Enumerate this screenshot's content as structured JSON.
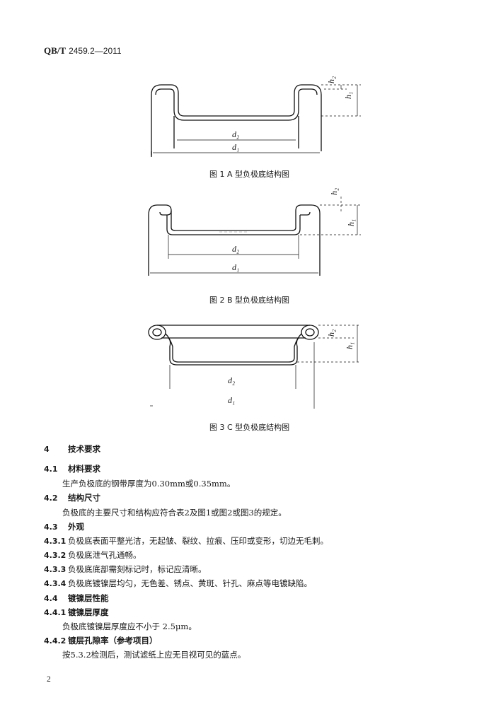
{
  "header": {
    "prefix": "QB/T",
    "number": "2459.2—2011"
  },
  "figures": [
    {
      "caption": "图 1   A 型负极底结构图",
      "labels": {
        "d2": "d₂",
        "d1": "d₁",
        "h2": "h₂",
        "h1": "h₁"
      }
    },
    {
      "caption": "图 2   B 型负极底结构图",
      "labels": {
        "d2": "d₂",
        "d1": "d₁",
        "h2": "h₂",
        "h1": "h₁"
      }
    },
    {
      "caption": "图 3   C 型负极底结构图",
      "labels": {
        "d2": "d₂",
        "d1": "d₁",
        "h2": "h₂",
        "h1": "h₁"
      }
    }
  ],
  "sections": [
    {
      "num": "4",
      "title": "技术要求",
      "kind": "heading"
    },
    {
      "num": "4.1",
      "title": "材料要求",
      "kind": "heading"
    },
    {
      "text": "生产负极底的钢带厚度为0.30mm或0.35mm。",
      "kind": "para"
    },
    {
      "num": "4.2",
      "title": "结构尺寸",
      "kind": "heading"
    },
    {
      "text": "负极底的主要尺寸和结构应符合表2及图1或图2或图3的规定。",
      "kind": "para"
    },
    {
      "num": "4.3",
      "title": "外观",
      "kind": "heading"
    },
    {
      "num": "4.3.1",
      "text": "负极底表面平整光洁，无起皱、裂纹、拉痕、压印或变形，切边无毛刺。",
      "kind": "item"
    },
    {
      "num": "4.3.2",
      "text": "负极底泄气孔通畅。",
      "kind": "item"
    },
    {
      "num": "4.3.3",
      "text": "负极底底部需刻标记时，标记应清晰。",
      "kind": "item"
    },
    {
      "num": "4.3.4",
      "text": "负极底镀镍层均匀，无色差、锈点、黄斑、针孔、麻点等电镀缺陷。",
      "kind": "item"
    },
    {
      "num": "4.4",
      "title": "镀镍层性能",
      "kind": "heading"
    },
    {
      "num": "4.4.1",
      "title": "镀镍层厚度",
      "kind": "heading"
    },
    {
      "text": "负极底镀镍层厚度应不小于 2.5μm。",
      "kind": "para"
    },
    {
      "num": "4.4.2",
      "title": "镀层孔隙率（参考项目）",
      "kind": "heading"
    },
    {
      "text": "按5.3.2检测后，测试滤纸上应无目视可见的蓝点。",
      "kind": "para"
    }
  ],
  "page_number": "2"
}
